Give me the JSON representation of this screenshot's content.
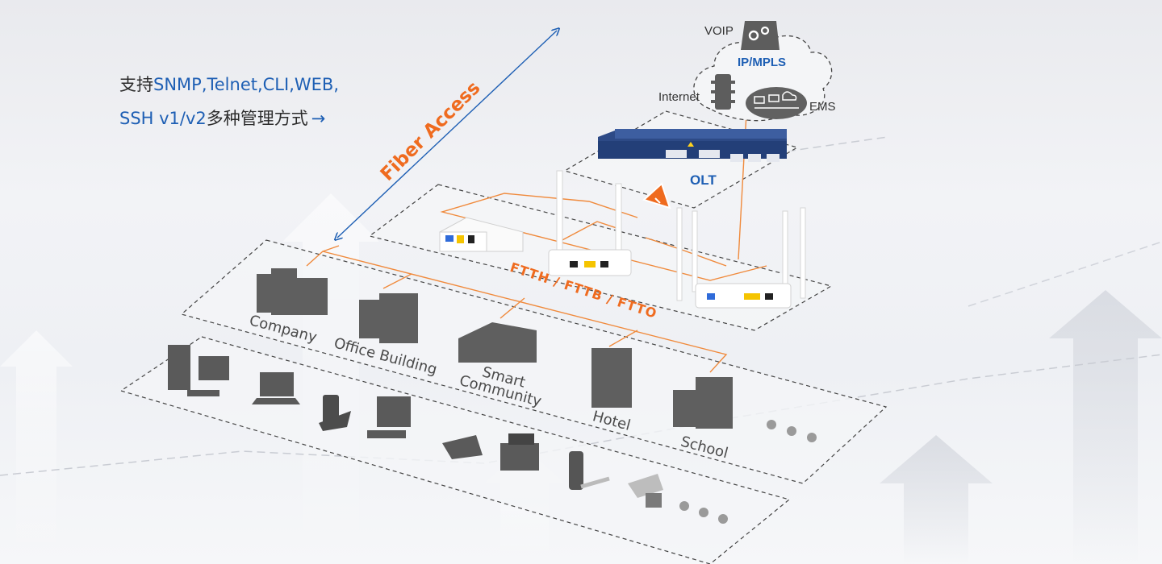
{
  "headline": {
    "line1_prefix": "支持",
    "line1_highlight": "SNMP,Telnet,CLI,WEB,",
    "line2_highlight": "SSH v1/v2",
    "line2_suffix": "多种管理方式",
    "arrow": "→"
  },
  "labels": {
    "fiber_access": "Fiber Access",
    "ftth": "FTTH / FTTB / FTTO",
    "olt": "OLT"
  },
  "cloud": {
    "voip": "VOIP",
    "ip_mpls": "IP/MPLS",
    "internet": "Internet",
    "ems": "EMS"
  },
  "buildings": {
    "company": "Company",
    "office": "Office Building",
    "smart_line1": "Smart",
    "smart_line2": "Community",
    "hotel": "Hotel",
    "school": "School"
  },
  "colors": {
    "accent_orange": "#ef6b1f",
    "accent_blue": "#1e5fb4",
    "icon_grey": "#5d5d5d"
  },
  "icons": [
    "server-gear-icon",
    "network-cabinet-icon",
    "ems-cloud-icon",
    "olt-device-icon",
    "onu-router-icon",
    "warning-icon",
    "office-building-icon",
    "desktop-pc-icon",
    "laptop-icon",
    "pos-terminal-icon",
    "monitor-icon",
    "ip-phone-icon",
    "printer-icon",
    "smart-lock-icon",
    "cctv-camera-icon",
    "more-dots-icon"
  ]
}
